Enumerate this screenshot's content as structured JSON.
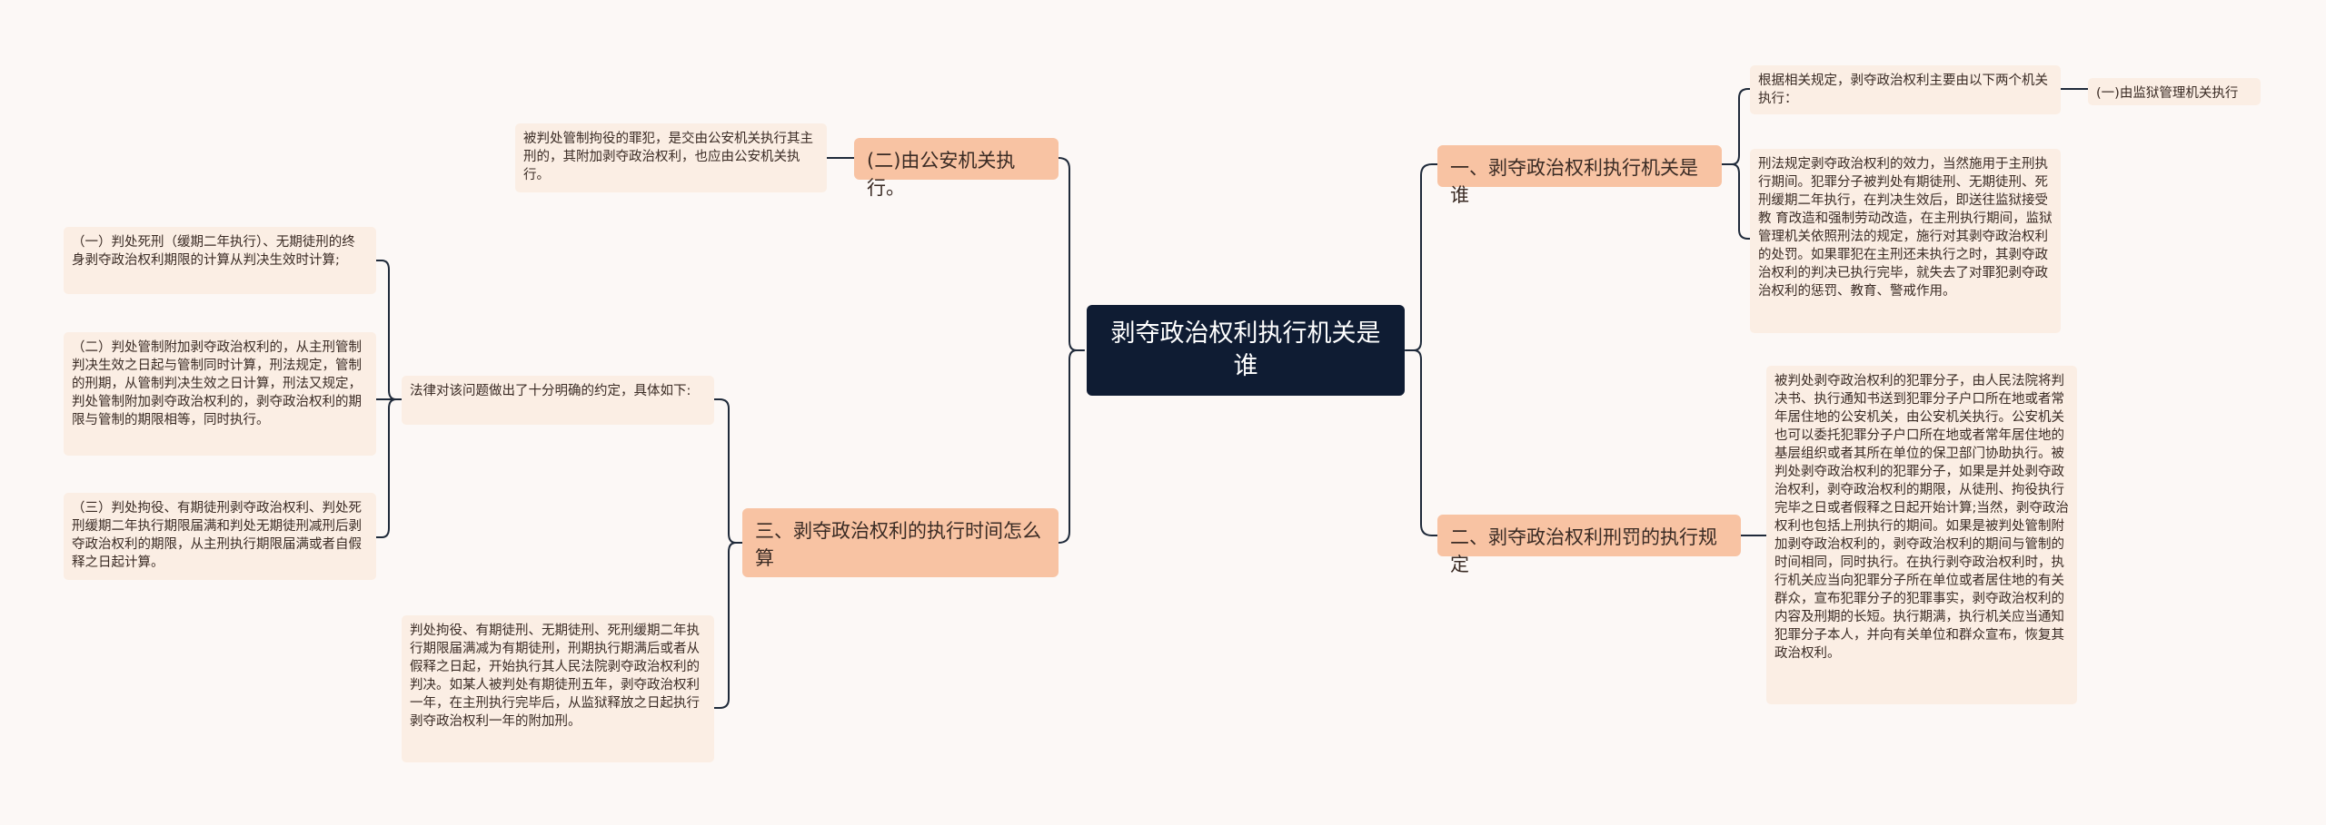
{
  "center": "剥夺政治权利执行机关是谁",
  "right": {
    "b1": {
      "title": "一、剥夺政治权利执行机关是谁",
      "r1a": "根据相关规定，剥夺政治权利主要由以下两个机关执行：",
      "r1a_sub": "(一)由监狱管理机关执行",
      "r1b": "刑法规定剥夺政治权利的效力，当然施用于主刑执行期间。犯罪分子被判处有期徒刑、无期徒刑、死刑缓期二年执行，在判决生效后，即送往监狱接受教 育改造和强制劳动改造，在主刑执行期间，监狱管理机关依照刑法的规定，施行对其剥夺政治权利的处罚。如果罪犯在主刑还未执行之时，其剥夺政治权利的判决已执行完毕，就失去了对罪犯剥夺政治权利的惩罚、教育、警戒作用。"
    },
    "b2": {
      "title": "二、剥夺政治权利刑罚的执行规定",
      "r2": "被判处剥夺政治权利的犯罪分子，由人民法院将判决书、执行通知书送到犯罪分子户口所在地或者常年居住地的公安机关，由公安机关执行。公安机关也可以委托犯罪分子户口所在地或者常年居住地的基层组织或者其所在单位的保卫部门协助执行。被判处剥夺政治权利的犯罪分子，如果是并处剥夺政治权利，剥夺政治权利的期限，从徒刑、拘役执行完毕之日或者假释之日起开始计算;当然，剥夺政治权利也包括上刑执行的期间。如果是被判处管制附加剥夺政治权利的，剥夺政治权利的期间与管制的时间相同，同时执行。在执行剥夺政治权利时，执行机关应当向犯罪分子所在单位或者居住地的有关群众，宣布犯罪分子的犯罪事实，剥夺政治权利的内容及刑期的长短。执行期满，执行机关应当通知犯罪分子本人，并向有关单位和群众宣布，恢复其政治权利。"
    }
  },
  "left": {
    "b1": {
      "title": "(二)由公安机关执行。",
      "l1": "被判处管制拘役的罪犯，是交由公安机关执行其主刑的，其附加剥夺政治权利，也应由公安机关执行。"
    },
    "b2": {
      "title": "三、剥夺政治权利的执行时间怎么算",
      "mid": "法律对该问题做出了十分明确的约定，具体如下:",
      "i1": "（一）判处死刑（缓期二年执行）、无期徒刑的终身剥夺政治权利期限的计算从判决生效时计算;",
      "i2": "（二）判处管制附加剥夺政治权利的，从主刑管制判决生效之日起与管制同时计算，刑法规定，管制的刑期，从管制判决生效之日计算，刑法又规定，判处管制附加剥夺政治权利的，剥夺政治权利的期限与管制的期限相等，同时执行。",
      "i3": "（三）判处拘役、有期徒刑剥夺政治权利、判处死刑缓期二年执行期限届满和判处无期徒刑减刑后剥夺政治权利的期限，从主刑执行期限届满或者自假释之日起计算。",
      "long": "判处拘役、有期徒刑、无期徒刑、死刑缓期二年执行期限届满减为有期徒刑，刑期执行期满后或者从假释之日起，开始执行其人民法院剥夺政治权利的判决。如某人被判处有期徒刑五年，剥夺政治权利一年，在主刑执行完毕后，从监狱释放之日起执行剥夺政治权利一年的附加刑。"
    }
  },
  "colors": {
    "center_bg": "#0f1c33",
    "branch_bg": "#f8c3a3",
    "leaf_bg": "#fbeee4",
    "line": "#1f2a3a"
  }
}
